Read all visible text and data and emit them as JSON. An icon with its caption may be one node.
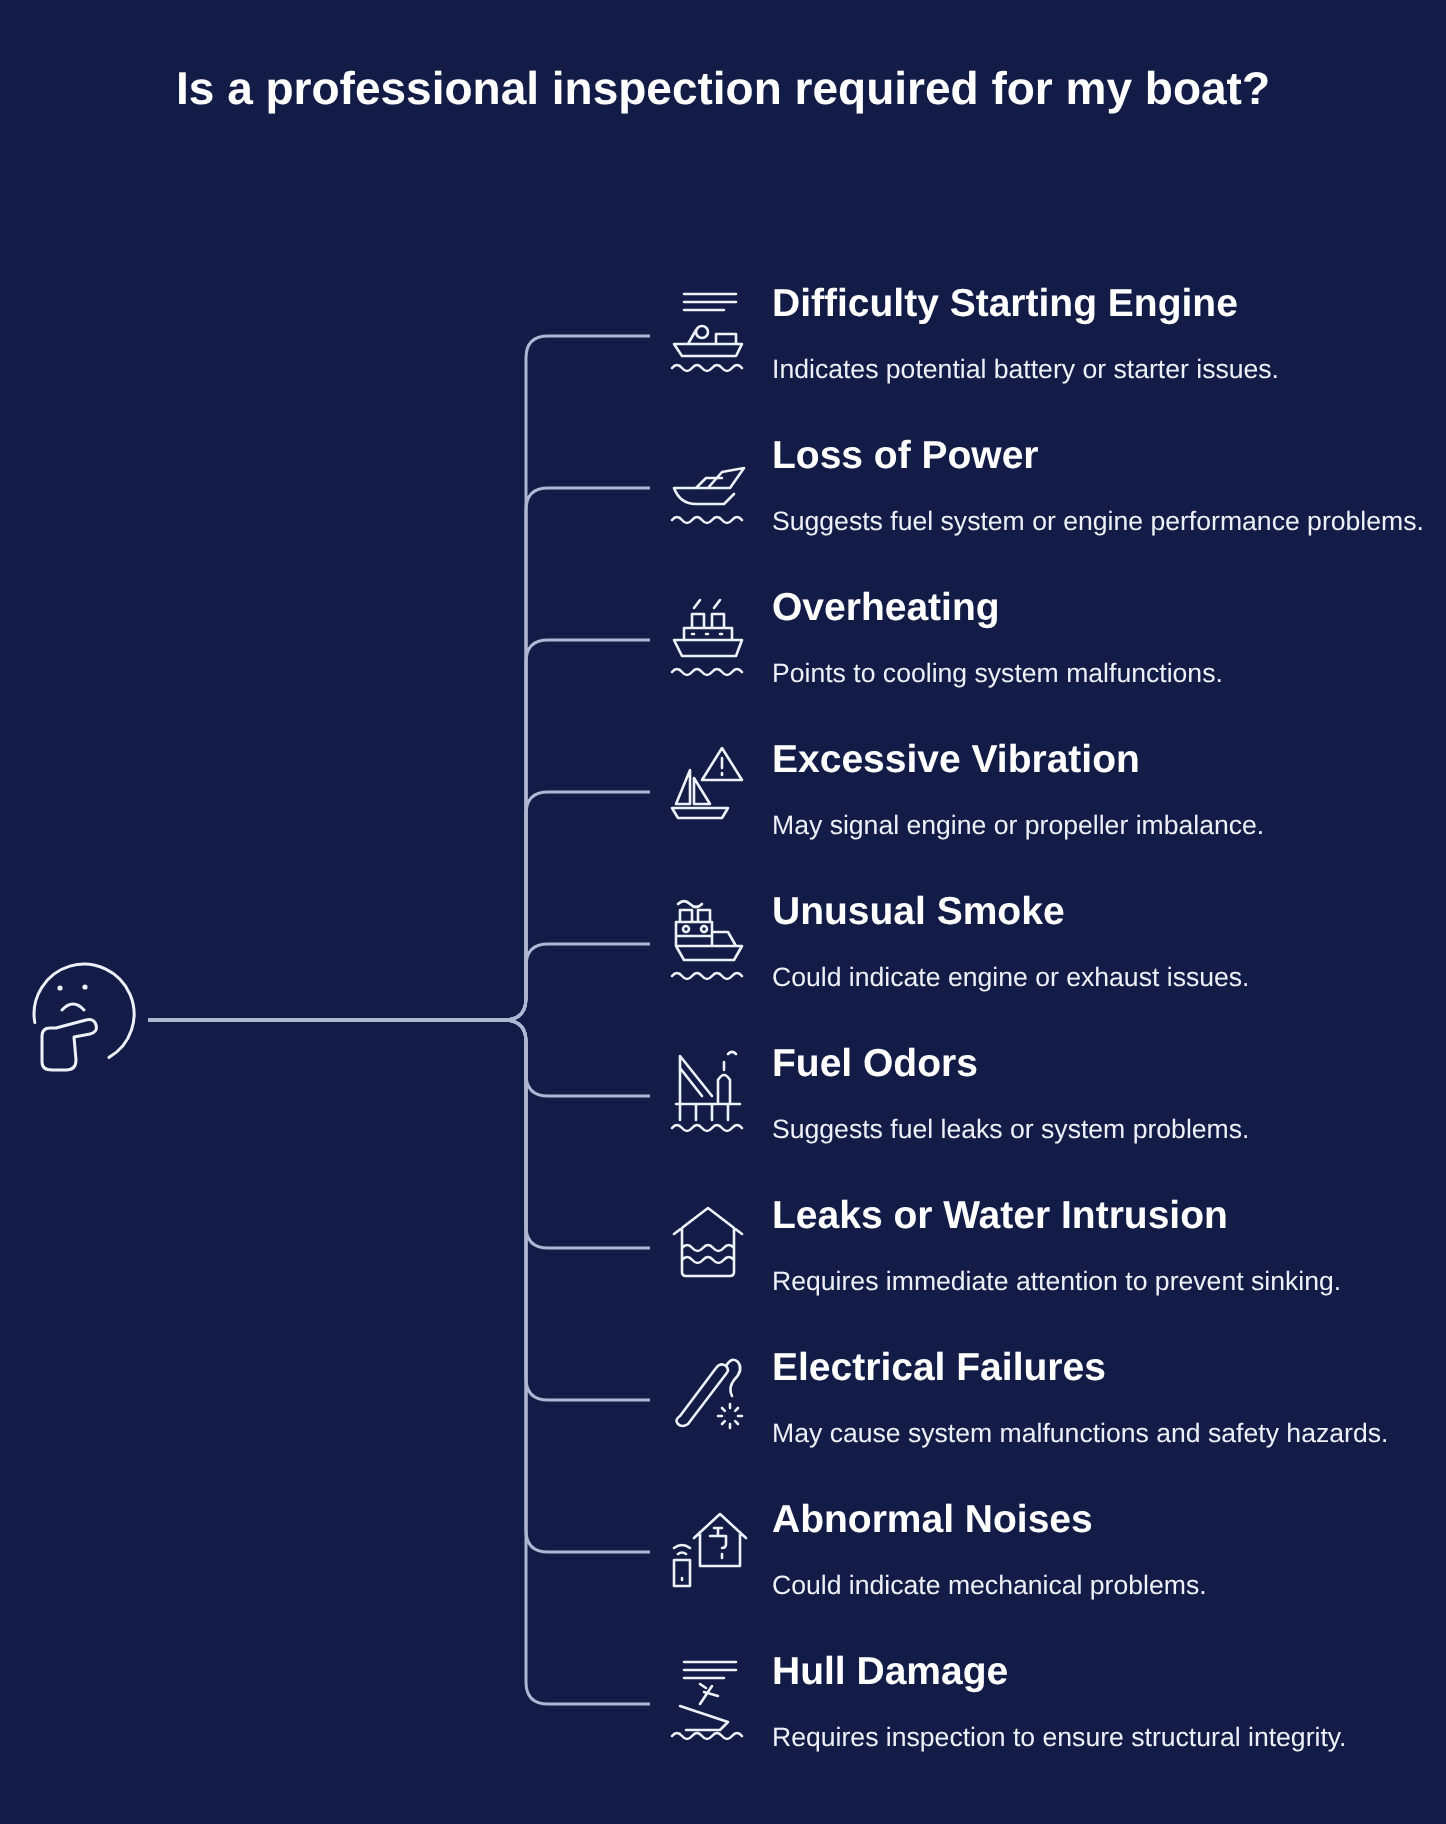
{
  "diagram": {
    "title": "Is a professional inspection required for my boat?",
    "nodes": [
      {
        "text": [],
        "shape": "picture"
      },
      {
        "text": [
          "Difficulty Starting Engine",
          "Indicates potential battery or starter issues."
        ]
      },
      {
        "text": [
          "Loss of Power",
          "Suggests fuel system or engine performance problems."
        ]
      },
      {
        "text": [
          "Overheating",
          "Points to cooling system malfunctions."
        ]
      },
      {
        "text": [
          "Excessive Vibration",
          "May signal engine or propeller imbalance."
        ]
      },
      {
        "text": [
          "Unusual Smoke",
          "Could indicate engine or exhaust issues."
        ]
      },
      {
        "text": [
          "Fuel Odors",
          "Suggests fuel leaks or system problems."
        ]
      },
      {
        "text": [
          "Leaks or Water Intrusion",
          "Requires immediate attention to prevent sinking."
        ]
      },
      {
        "text": [
          "Electrical Failures",
          "May cause system malfunctions and safety hazards."
        ]
      },
      {
        "text": [
          "Abnormal Noises",
          "Could indicate mechanical problems."
        ]
      },
      {
        "text": [
          "Hull Damage",
          "Requires inspection to ensure structural integrity."
        ]
      }
    ],
    "edges": [
      {
        "from": 0,
        "to": 1,
        "arrow": "none"
      },
      {
        "from": 0,
        "to": 2,
        "arrow": "none"
      },
      {
        "from": 0,
        "to": 3,
        "arrow": "none"
      },
      {
        "from": 0,
        "to": 4,
        "arrow": "none"
      },
      {
        "from": 0,
        "to": 5,
        "arrow": "none"
      },
      {
        "from": 0,
        "to": 6,
        "arrow": "none"
      },
      {
        "from": 0,
        "to": 7,
        "arrow": "none"
      },
      {
        "from": 0,
        "to": 8,
        "arrow": "none"
      },
      {
        "from": 0,
        "to": 9,
        "arrow": "none"
      },
      {
        "from": 0,
        "to": 10,
        "arrow": "none"
      }
    ]
  }
}
